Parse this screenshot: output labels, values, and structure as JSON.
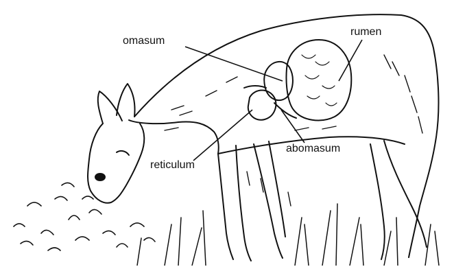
{
  "diagram": {
    "labels": {
      "omasum": "omasum",
      "rumen": "rumen",
      "abomasum": "abomasum",
      "reticulum": "reticulum"
    }
  }
}
